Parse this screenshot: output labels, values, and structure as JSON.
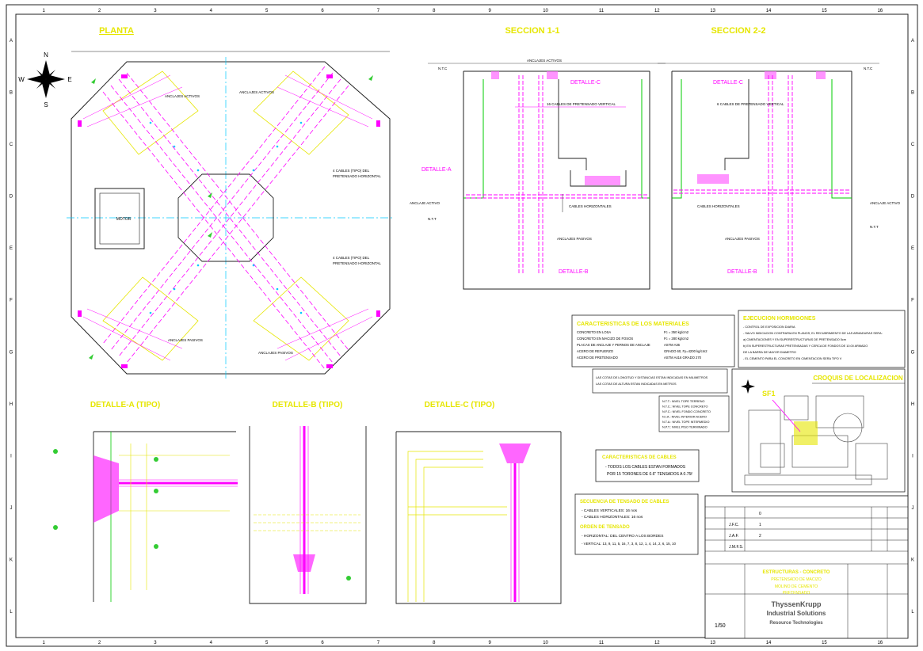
{
  "titles": {
    "planta": "PLANTA",
    "seccion11": "SECCION 1-1",
    "seccion22": "SECCION 2-2",
    "detalleA": "DETALLE-A (TIPO)",
    "detalleB": "DETALLE-B (TIPO)",
    "detalleC": "DETALLE-C (TIPO)",
    "croquis": "CROQUIS DE LOCALIZACION"
  },
  "compass": {
    "n": "N",
    "s": "S",
    "e": "E",
    "w": "W"
  },
  "planta_labels": {
    "motor": "MOTOR",
    "anclajes_activos": "ANCLAJES ACTIVOS",
    "anclajes_pasivos": "ANCLAJES PASIVOS",
    "cables_horiz_1": "4 CABLES (TIPO) DEL",
    "cables_horiz_2": "PRETENSADO HORIZONTAL"
  },
  "seccion_labels": {
    "detalle_a": "DETALLE-A",
    "detalle_b": "DETALLE-B",
    "detalle_c": "DETALLE-C",
    "anclaje_activo": "ANCLAJE ACTIVO",
    "anclajes_activos": "ANCLAJES ACTIVOS",
    "anclajes_pasivos": "ANCLAJES PASIVOS",
    "cables_horizontales": "CABLES HORIZONTALES",
    "cables_verticales_1": "16 CABLES DE PRETENSADO VERTICAL",
    "cables_verticales_2": "6 CABLES DE PRETENSADO VERTICAL",
    "ntc": "N.T.C",
    "ntt": "N.T.T"
  },
  "materiales": {
    "title": "CARACTERISTICAS DE LOS MATERIALES",
    "rows": [
      "CONCRETO EN LOSA",
      "CONCRETO EN MACIZO DE FOSOS",
      "PLACAS DE ANCLAJE Y PERNOS DE ANCLAJE",
      "ACERO DE REFUERZO",
      "ACERO DE PRETENSADO"
    ],
    "values": [
      "Fc = 350 kg/cm2",
      "Fc = 280 kg/cm2",
      "ASTM A36",
      "GRADO 60, Fy=4200 kg/cm2",
      "ASTM A416 GRADO 270"
    ]
  },
  "ejecucion": {
    "title": "EJECUCION HORMIGONES",
    "lines": [
      "- CONTROL DE EXPOSICION DIARIA",
      "- SALVO INDICACION CONTRARIA EN PLANOS, EL RECUBRIMIENTO DE LAS ARMADURAS SERA:",
      "  a) CIMENTACIONES Y EN SUPERESTRUCTURAS DE PRETENSADO 5cm",
      "  b) EN SUPERESTRUCTURAS PRETENSADAS Y CERCA DE FONDOS DE 10.00 ARMADO",
      "     DE LA BARRA DE MAYOR DIAMETRO",
      "- EL CEMENTO PARA EL CONCRETO EN CIMENTACION SERA TIPO V"
    ]
  },
  "notas_niveles": {
    "intro_1": "LAS COTAS DE LONGITUD Y DISTANCIAS ESTAN INDICADAS EN MILIMETROS",
    "intro_2": "LAS COTAS DE ALTURA ESTAN INDICADAS EN METROS",
    "lines": [
      "N.T.T.: NIVEL TOPE TERRENO",
      "N.T.C.: NIVEL TOPE CONCRETO",
      "N.F.C.: NIVEL FONDO CONCRETO",
      "N.I.A.: NIVEL INTERIOR ACERO",
      "N.T.A.: NIVEL TOPE INTERMEDIO",
      "N.P.T.: NIVEL PISO TERMINADO"
    ]
  },
  "cables_box": {
    "title": "CARACTERISTICAS DE CABLES",
    "line1": "- TODOS LOS CABLES ESTAN FORMADOS",
    "line2": "POR 15 TORONES DE 0.6\" TENSADOS A 0.75f"
  },
  "secuencia_box": {
    "title": "SECUENCIA DE TENSADO DE CABLES",
    "line1": "- CABLES VERTICALES: 16 nos",
    "line2": "- CABLES HORIZONTALES: 16 nos",
    "sub": "ORDEN DE TENSADO",
    "line3": "- HORIZONTAL: DEL CENTRO A LOS BORDES",
    "line4": "- VERTICAL: 13, 9, 11, 5, 16, 7, 3, 8, 12, 1, 4, 14, 2, 6, 15, 10"
  },
  "title_block": {
    "company_1": "ThyssenKrupp",
    "company_2": "Industrial Solutions",
    "company_3": "Resource Technologies",
    "project_1": "ESTRUCTURAS - CONCRETO",
    "project_2": "PRETENSADO DE MACIZO",
    "project_3": "MOLINO DE CEMENTO",
    "project_4": "PRETENSADO",
    "scale": "1/50",
    "revisions": [
      {
        "rev": "0",
        "by": "J.F.C."
      },
      {
        "rev": "1",
        "by": "J.A.F."
      },
      {
        "rev": "2",
        "by": "J.M.F.S."
      }
    ]
  },
  "croquis": {
    "sf1": "SF1"
  },
  "border": {
    "cols": [
      "1",
      "2",
      "3",
      "4",
      "5",
      "6",
      "7",
      "8",
      "9",
      "10",
      "11",
      "12",
      "13",
      "14",
      "15",
      "16"
    ],
    "rows": [
      "A",
      "B",
      "C",
      "D",
      "E",
      "F",
      "G",
      "H",
      "I",
      "J",
      "K",
      "L"
    ]
  },
  "colors": {
    "magenta": "#ff00ff",
    "cyan": "#00c8ff",
    "green": "#00cc00",
    "yellow": "#e6e600",
    "lime": "#66ff66",
    "red": "#ff0000",
    "black": "#000000",
    "ink": "#222222"
  }
}
